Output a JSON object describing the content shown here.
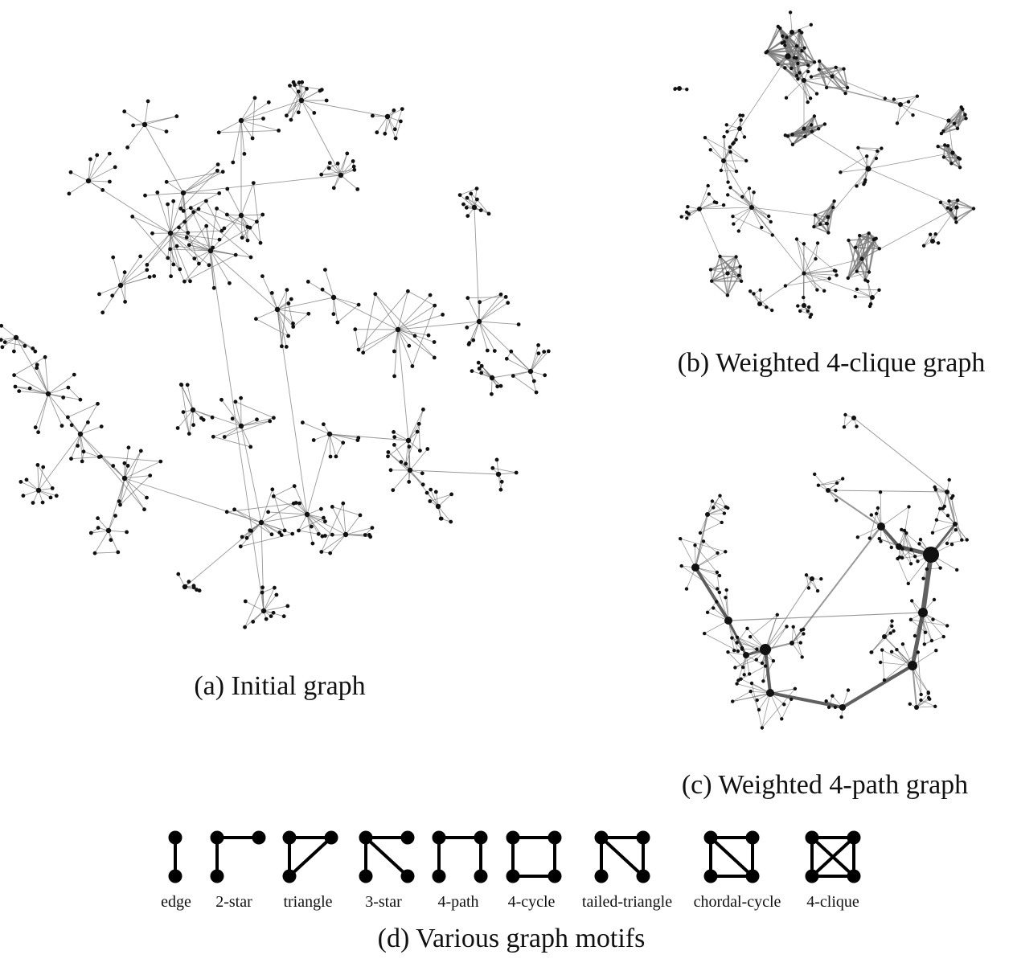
{
  "panels": {
    "a": {
      "caption": "(a) Initial graph"
    },
    "b": {
      "caption": "(b) Weighted 4-clique graph"
    },
    "c": {
      "caption": "(c) Weighted 4-path graph"
    },
    "d": {
      "caption": "(d) Various graph motifs"
    }
  },
  "motifs": [
    {
      "id": "edge",
      "label": "edge"
    },
    {
      "id": "2-star",
      "label": "2-star"
    },
    {
      "id": "triangle",
      "label": "triangle"
    },
    {
      "id": "3-star",
      "label": "3-star"
    },
    {
      "id": "4-path",
      "label": "4-path"
    },
    {
      "id": "4-cycle",
      "label": "4-cycle"
    },
    {
      "id": "tailed-triangle",
      "label": "tailed-triangle"
    },
    {
      "id": "chordal-cycle",
      "label": "chordal-cycle"
    },
    {
      "id": "4-clique",
      "label": "4-clique"
    }
  ],
  "colors": {
    "node": "#111111",
    "edge": "#777777",
    "heavy-edge": "#444444"
  }
}
